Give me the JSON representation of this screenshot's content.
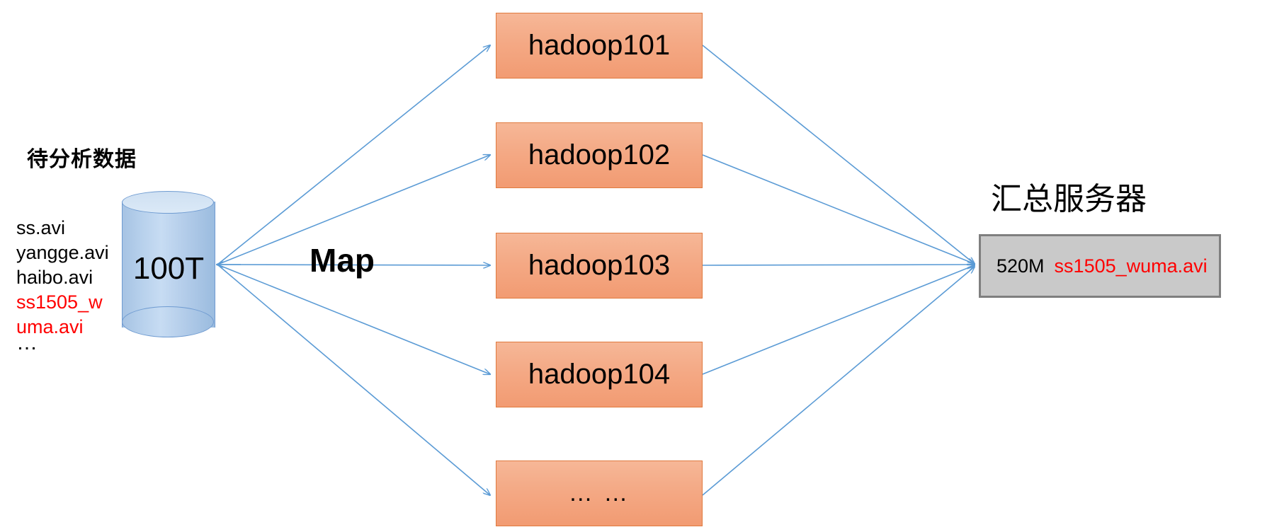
{
  "diagram": {
    "source": {
      "title": "待分析数据",
      "files": [
        {
          "name": "ss.avi",
          "highlight": false
        },
        {
          "name": "yangge.avi",
          "highlight": false
        },
        {
          "name": "haibo.avi",
          "highlight": false
        },
        {
          "name": "ss1505_w",
          "highlight": true
        },
        {
          "name": "uma.avi",
          "highlight": true
        }
      ],
      "ellipsis": "…",
      "storage_label": "100T",
      "storage_shape": "cylinder"
    },
    "process": {
      "label": "Map"
    },
    "nodes": [
      {
        "label": "hadoop101"
      },
      {
        "label": "hadoop102"
      },
      {
        "label": "hadoop103"
      },
      {
        "label": "hadoop104"
      },
      {
        "label": "… …"
      }
    ],
    "aggregation": {
      "title": "汇总服务器",
      "size": "520M",
      "file": "ss1505_wuma.avi"
    },
    "colors": {
      "node_fill": "#f4a985",
      "node_border": "#e07a3f",
      "cylinder_fill": "#b5cfeb",
      "cylinder_border": "#6f9bd1",
      "agg_fill": "#c9c9c9",
      "agg_border": "#7f7f7f",
      "arrow": "#5b9bd5",
      "highlight_text": "#ff0000",
      "text": "#000000"
    }
  }
}
